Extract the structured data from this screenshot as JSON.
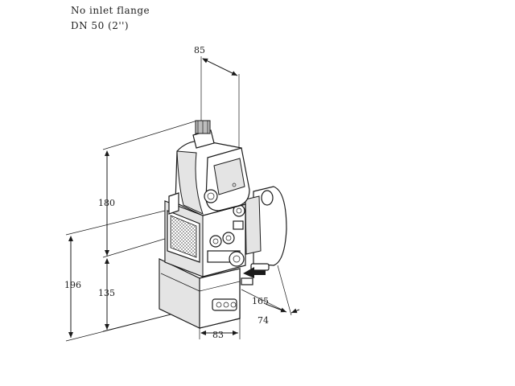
{
  "header": {
    "line1": "No inlet flange",
    "line2": "DN 50 (2'')"
  },
  "dimensions": {
    "d85": "85",
    "d180": "180",
    "d196": "196",
    "d135": "135",
    "d165": "165",
    "d74": "74",
    "d83": "83"
  }
}
